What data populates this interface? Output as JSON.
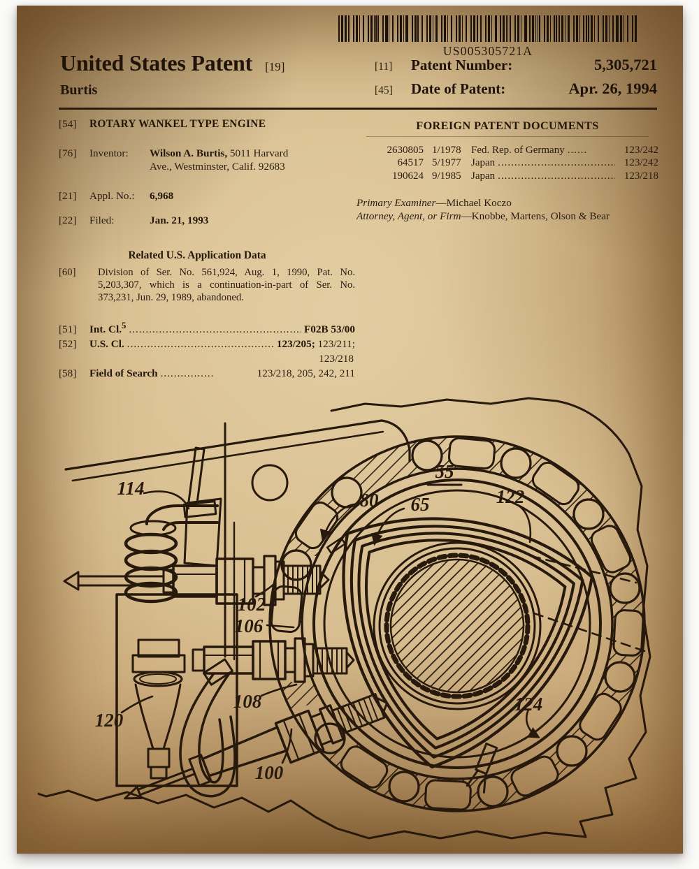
{
  "poster": {
    "barcode_value": "US005305721A",
    "header": {
      "title": "United States Patent",
      "title_bracket": "[19]",
      "surname": "Burtis",
      "fields": [
        {
          "bracket": "[11]",
          "label": "Patent Number:",
          "value": "5,305,721"
        },
        {
          "bracket": "[45]",
          "label": "Date of Patent:",
          "value": "Apr. 26, 1994"
        }
      ]
    },
    "left_column": {
      "title_field": {
        "code": "[54]",
        "value": "ROTARY WANKEL TYPE ENGINE"
      },
      "inventor_field": {
        "code": "[76]",
        "label": "Inventor:",
        "name": "Wilson A. Burtis,",
        "address_line1": "5011 Harvard",
        "address_line2": "Ave., Westminster, Calif. 92683"
      },
      "appl_field": {
        "code": "[21]",
        "label": "Appl. No.:",
        "value": "6,968"
      },
      "filed_field": {
        "code": "[22]",
        "label": "Filed:",
        "value": "Jan. 21, 1993"
      },
      "related_heading": "Related U.S. Application Data",
      "related_field": {
        "code": "[60]",
        "text": "Division of Ser. No. 561,924, Aug. 1, 1990, Pat. No. 5,203,307, which is a continuation-in-part of Ser. No. 373,231, Jun. 29, 1989, abandoned."
      },
      "int_cl_field": {
        "code": "[51]",
        "label": "Int. Cl.",
        "sup": "5",
        "dots": "...............................................................",
        "value": "F02B 53/00"
      },
      "us_cl_field": {
        "code": "[52]",
        "label": "U.S. Cl.",
        "dots": "...............................................................",
        "value_primary": "123/205;",
        "value_secondary": " 123/211;",
        "value_line2": "123/218"
      },
      "search_field": {
        "code": "[58]",
        "label": "Field of Search",
        "dots": "................",
        "value": " 123/218, 205, 242, 211"
      }
    },
    "right_column": {
      "foreign_heading": "FOREIGN PATENT DOCUMENTS",
      "foreign_rows": [
        {
          "number": "2630805",
          "date": "1/1978",
          "country": "Fed. Rep. of Germany",
          "dots": "......",
          "cls": "123/242"
        },
        {
          "number": "64517",
          "date": "5/1977",
          "country": "Japan",
          "dots": "...............................................",
          "cls": "123/242"
        },
        {
          "number": "190624",
          "date": "9/1985",
          "country": "Japan",
          "dots": "...............................................",
          "cls": "123/218"
        }
      ],
      "examiner_label": "Primary Examiner",
      "examiner_value": "—Michael Koczo",
      "attorney_label": "Attorney, Agent, or Firm",
      "attorney_value": "—Knobbe, Martens, Olson & Bear"
    },
    "drawing": {
      "labels": [
        {
          "text": "114"
        },
        {
          "text": "55"
        },
        {
          "text": "80"
        },
        {
          "text": "65"
        },
        {
          "text": "122"
        },
        {
          "text": "102"
        },
        {
          "text": "106"
        },
        {
          "text": "108"
        },
        {
          "text": "120"
        },
        {
          "text": "100"
        },
        {
          "text": "124"
        }
      ]
    }
  }
}
